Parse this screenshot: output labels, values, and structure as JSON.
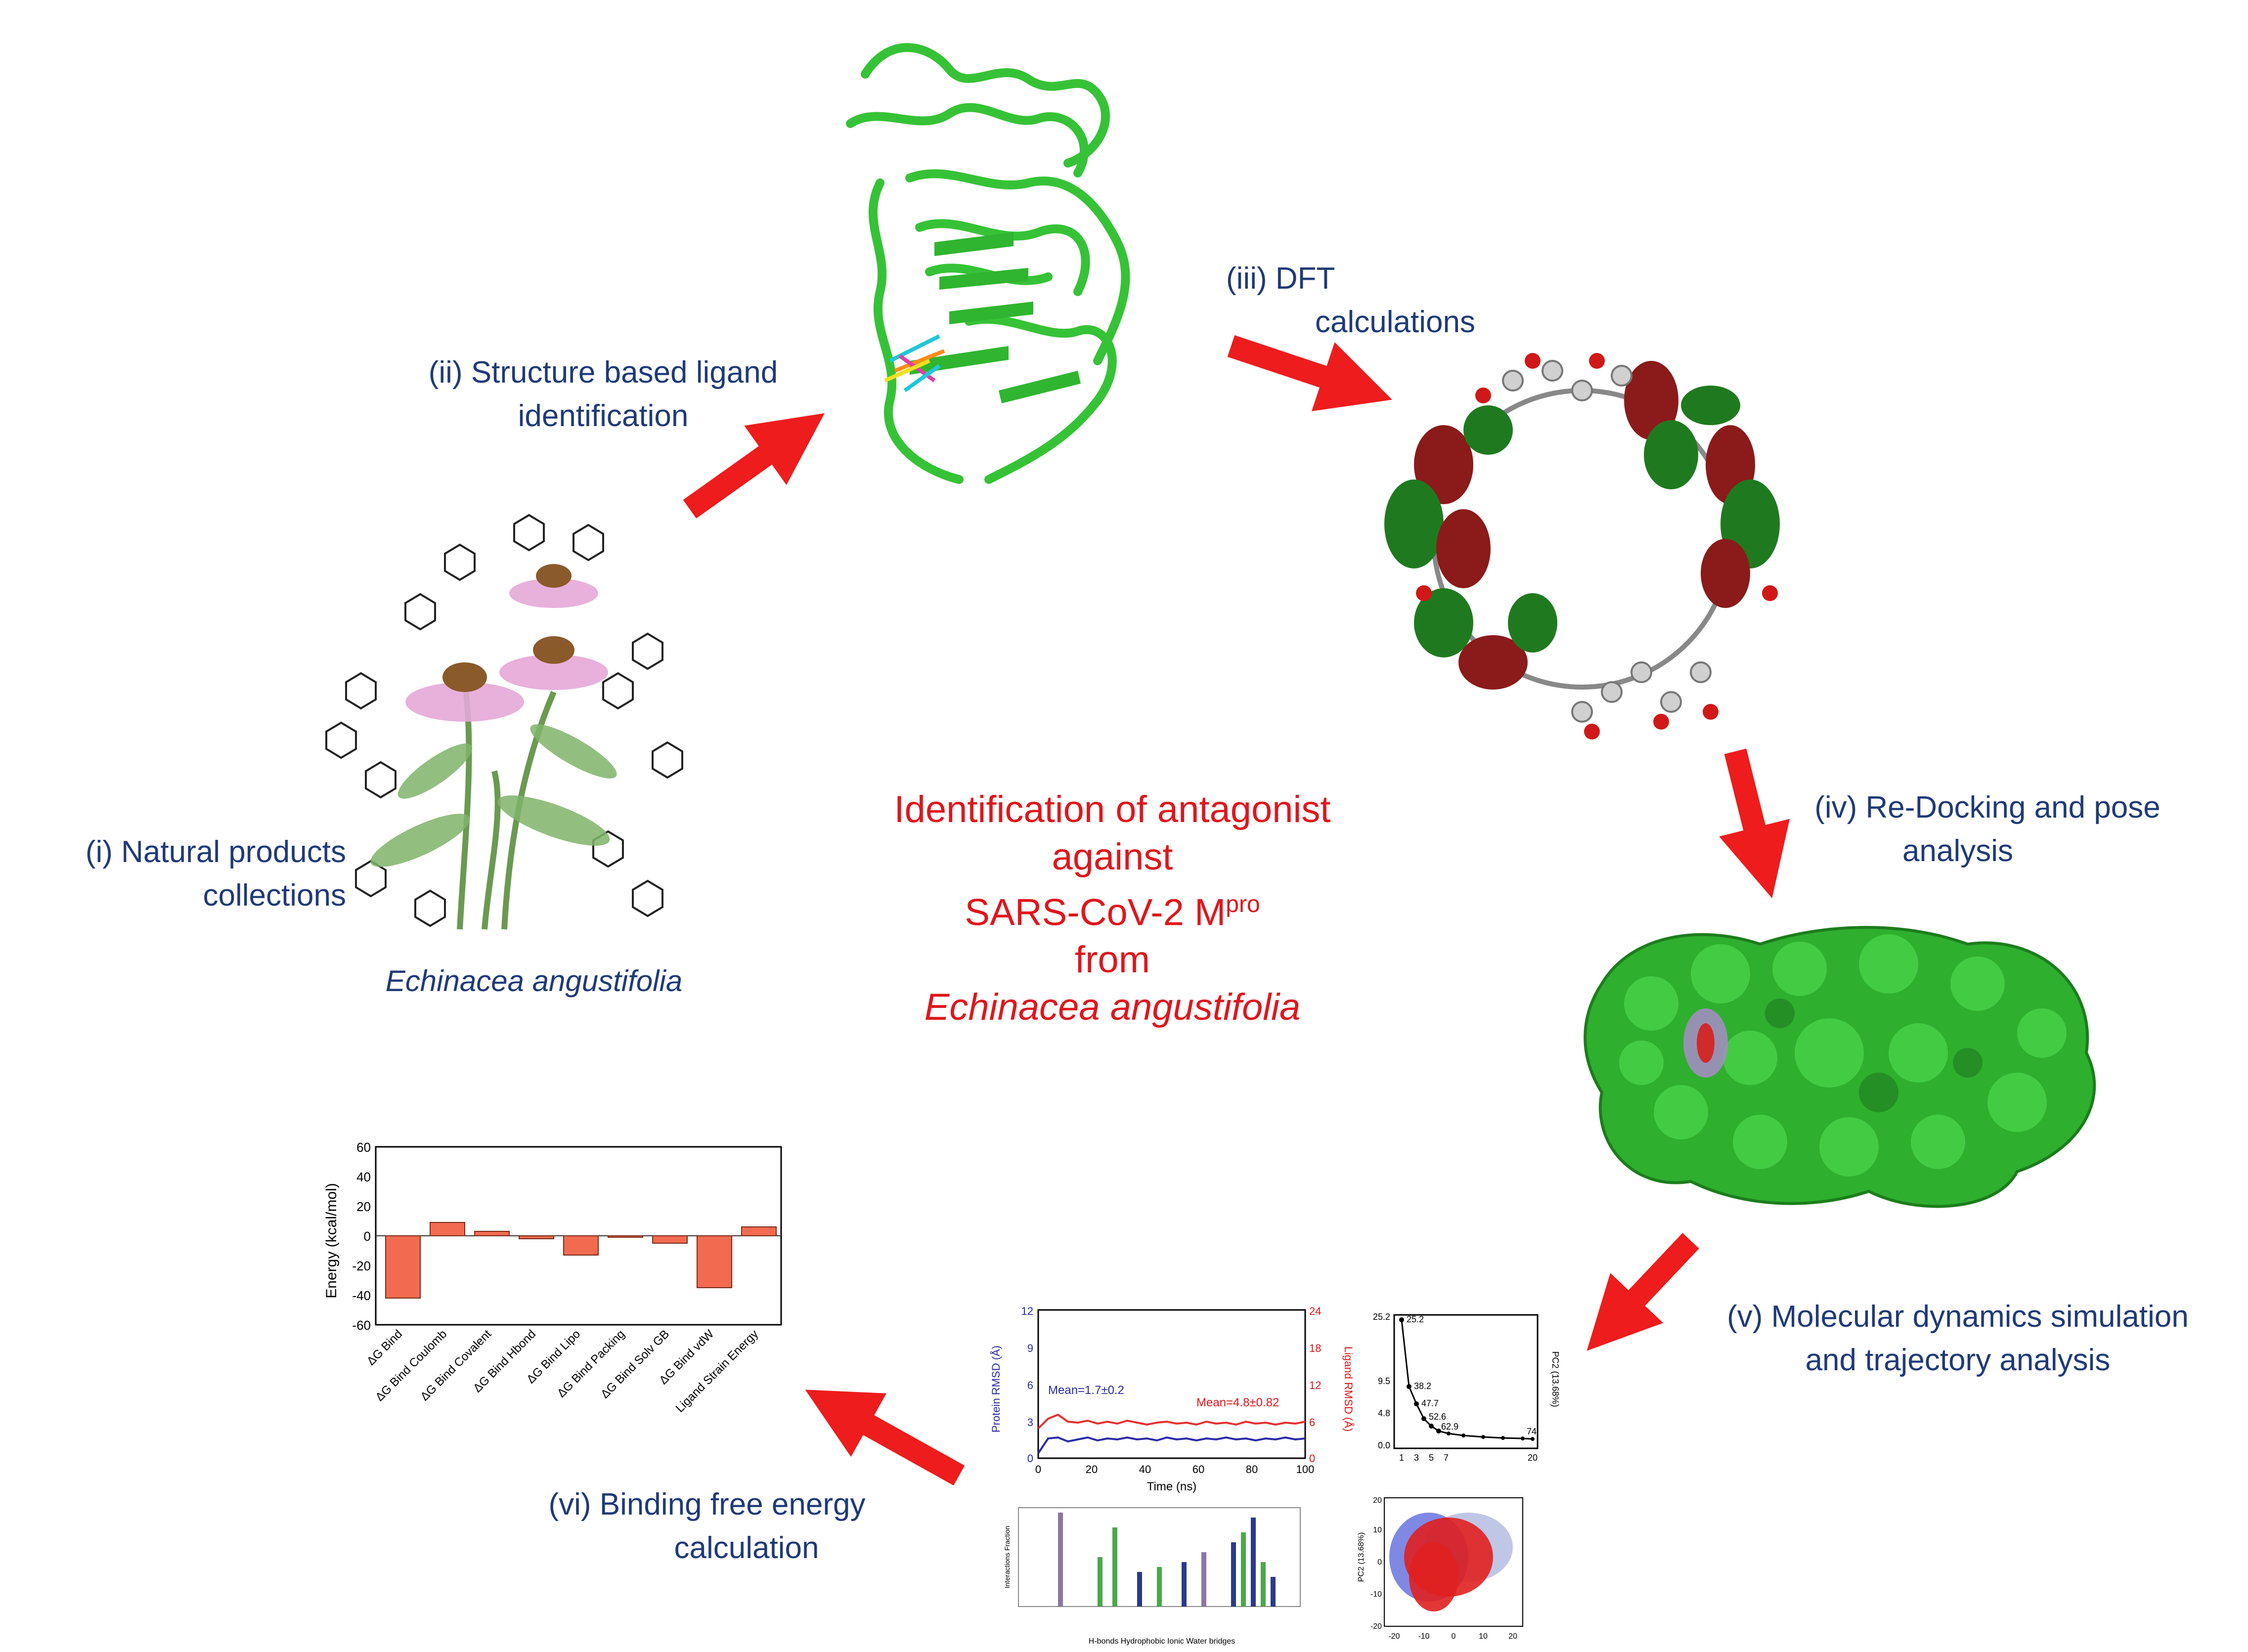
{
  "steps": {
    "s1_line1": "(i) Natural products",
    "s1_line2": "collections",
    "s2_line1": "(ii) Structure based ligand",
    "s2_line2": "identification",
    "s3_line1": "(iii) DFT",
    "s3_line2": "calculations",
    "s4_line1": "(iv) Re-Docking and pose",
    "s4_line2": "analysis",
    "s5_line1": "(v) Molecular dynamics simulation",
    "s5_line2": "and trajectory analysis",
    "s6_line1": "(vi) Binding free energy",
    "s6_line2": "calculation"
  },
  "species_label": "Echinacea angustifolia",
  "center": {
    "line1": "Identification of antagonist",
    "line2": "against",
    "line3_main": "SARS-CoV-2 M",
    "line3_sup": "pro",
    "line4": "from",
    "line5": "Echinacea angustifolia"
  },
  "colors": {
    "arrow": "#ee1c1c",
    "step_text": "#1f3a78",
    "title_text": "#e0161c",
    "protein": "#3fcf3f",
    "bar": "#f26b50"
  },
  "bar_chart": {
    "ylabel": "Energy (kcal/mol)",
    "y_ticks": [
      "60",
      "40",
      "20",
      "0",
      "-20",
      "-40",
      "-60"
    ],
    "categories": [
      "ΔG Bind",
      "ΔG Bind Coulomb",
      "ΔG Bind Covalent",
      "ΔG Bind Hbond",
      "ΔG Bind Lipo",
      "ΔG Bind Packing",
      "ΔG Bind Solv GB",
      "ΔG Bind vdW",
      "Ligand Strain Energy"
    ]
  },
  "rmsd_chart": {
    "xlabel": "Time (ns)",
    "ylabel_left": "Protein RMSD (Å)",
    "ylabel_right": "Ligand RMSD (Å)",
    "left_ticks": [
      "12",
      "9",
      "6",
      "3",
      "0"
    ],
    "right_ticks": [
      "24",
      "18",
      "12",
      "6",
      "0"
    ],
    "x_ticks": [
      "0",
      "20",
      "40",
      "60",
      "80",
      "100"
    ],
    "mean_protein": "Mean=1.7±0.2",
    "mean_ligand": "Mean=4.8±0.82"
  },
  "pca_chart": {
    "ylabel": "PC2 (13.68%)",
    "y_ticks": [
      "25.2",
      "9.5",
      "4.8",
      "0.0"
    ],
    "x_ticks": [
      "1",
      "3",
      "5",
      "7",
      "20"
    ],
    "point_labels": [
      "25.2",
      "38.2",
      "47.7",
      "52.6",
      "62.9",
      "74"
    ]
  },
  "scatter_chart": {
    "ylabel": "PC2 (13.68%)",
    "y_ticks": [
      "20",
      "10",
      "0",
      "-10",
      "-20"
    ],
    "x_ticks": [
      "-20",
      "-10",
      "0",
      "10",
      "20"
    ]
  },
  "interaction_chart": {
    "ylabel": "Interactions Fraction",
    "legend": "H-bonds  Hydrophobic  Ionic  Water bridges"
  }
}
